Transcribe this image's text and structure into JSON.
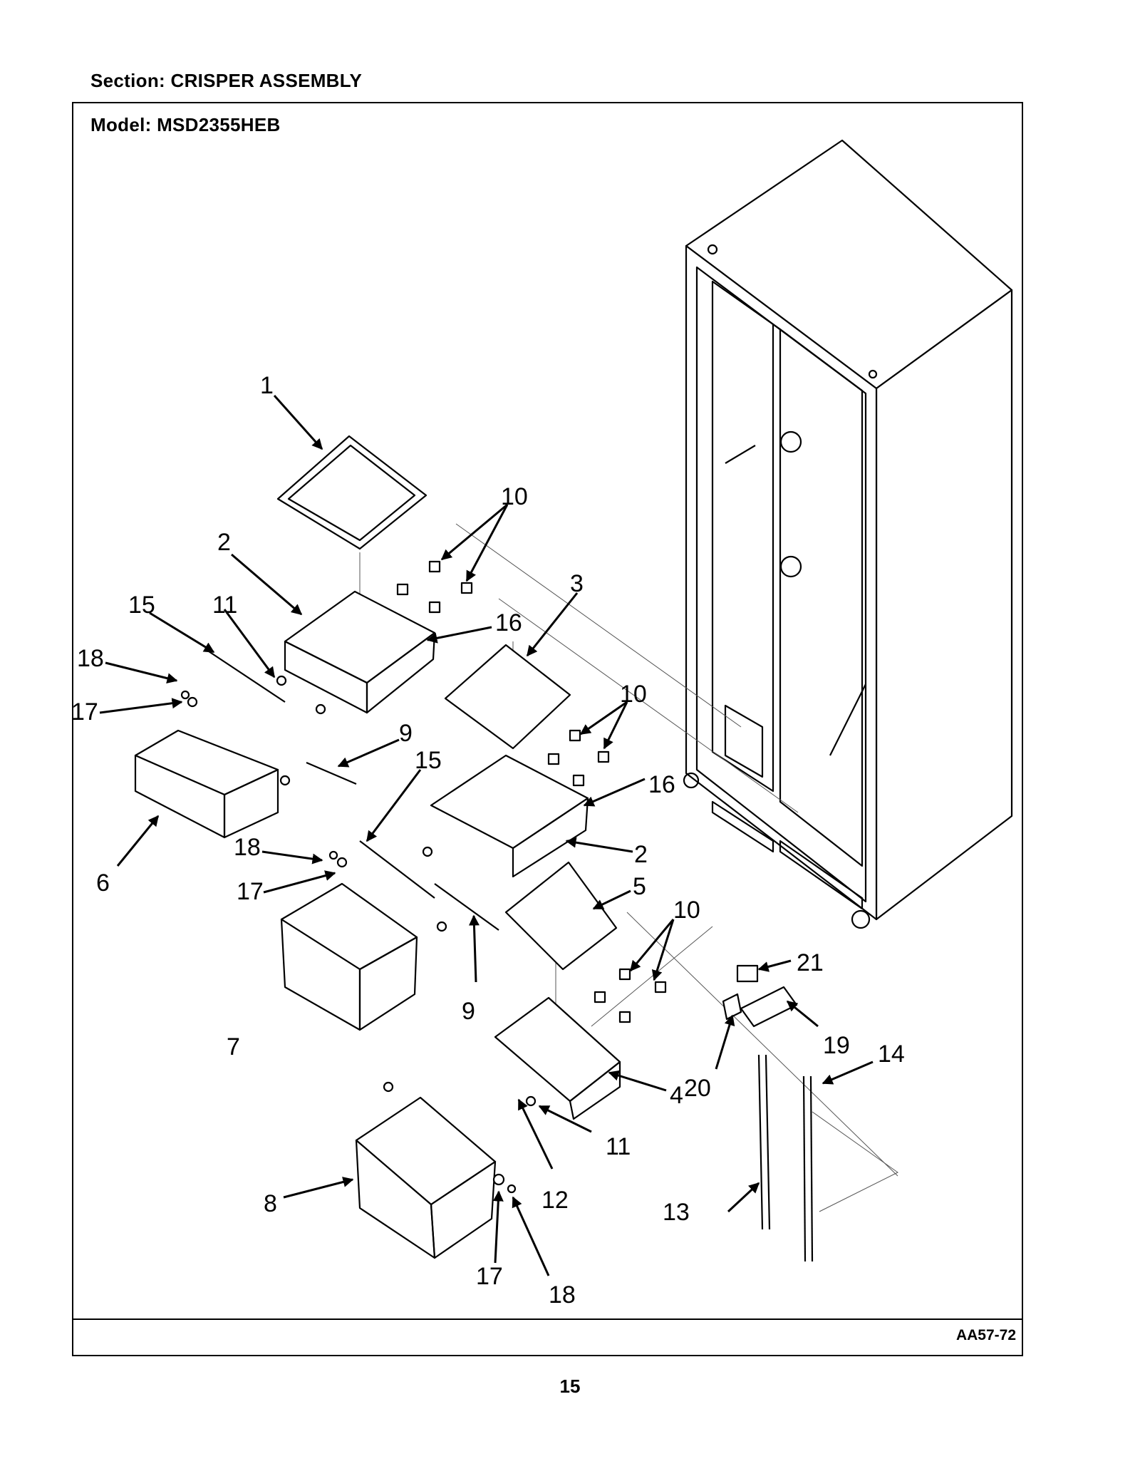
{
  "header": {
    "section": "Section:  CRISPER ASSEMBLY",
    "model": "Model:  MSD2355HEB"
  },
  "footer": {
    "code": "AA57-72",
    "page": "15"
  },
  "callouts": [
    {
      "id": "callout-1",
      "label": "1"
    },
    {
      "id": "callout-2a",
      "label": "2"
    },
    {
      "id": "callout-2b",
      "label": "2"
    },
    {
      "id": "callout-3",
      "label": "3"
    },
    {
      "id": "callout-4",
      "label": "4"
    },
    {
      "id": "callout-5",
      "label": "5"
    },
    {
      "id": "callout-6",
      "label": "6"
    },
    {
      "id": "callout-7",
      "label": "7"
    },
    {
      "id": "callout-8",
      "label": "8"
    },
    {
      "id": "callout-9a",
      "label": "9"
    },
    {
      "id": "callout-9b",
      "label": "9"
    },
    {
      "id": "callout-10a",
      "label": "10"
    },
    {
      "id": "callout-10b",
      "label": "10"
    },
    {
      "id": "callout-10c",
      "label": "10"
    },
    {
      "id": "callout-11a",
      "label": "11"
    },
    {
      "id": "callout-11b",
      "label": "11"
    },
    {
      "id": "callout-12",
      "label": "12"
    },
    {
      "id": "callout-13",
      "label": "13"
    },
    {
      "id": "callout-14",
      "label": "14"
    },
    {
      "id": "callout-15a",
      "label": "15"
    },
    {
      "id": "callout-15b",
      "label": "15"
    },
    {
      "id": "callout-16a",
      "label": "16"
    },
    {
      "id": "callout-16b",
      "label": "16"
    },
    {
      "id": "callout-17a",
      "label": "17"
    },
    {
      "id": "callout-17b",
      "label": "17"
    },
    {
      "id": "callout-17c",
      "label": "17"
    },
    {
      "id": "callout-18a",
      "label": "18"
    },
    {
      "id": "callout-18b",
      "label": "18"
    },
    {
      "id": "callout-18c",
      "label": "18"
    },
    {
      "id": "callout-19",
      "label": "19"
    },
    {
      "id": "callout-20",
      "label": "20"
    },
    {
      "id": "callout-21",
      "label": "21"
    }
  ]
}
